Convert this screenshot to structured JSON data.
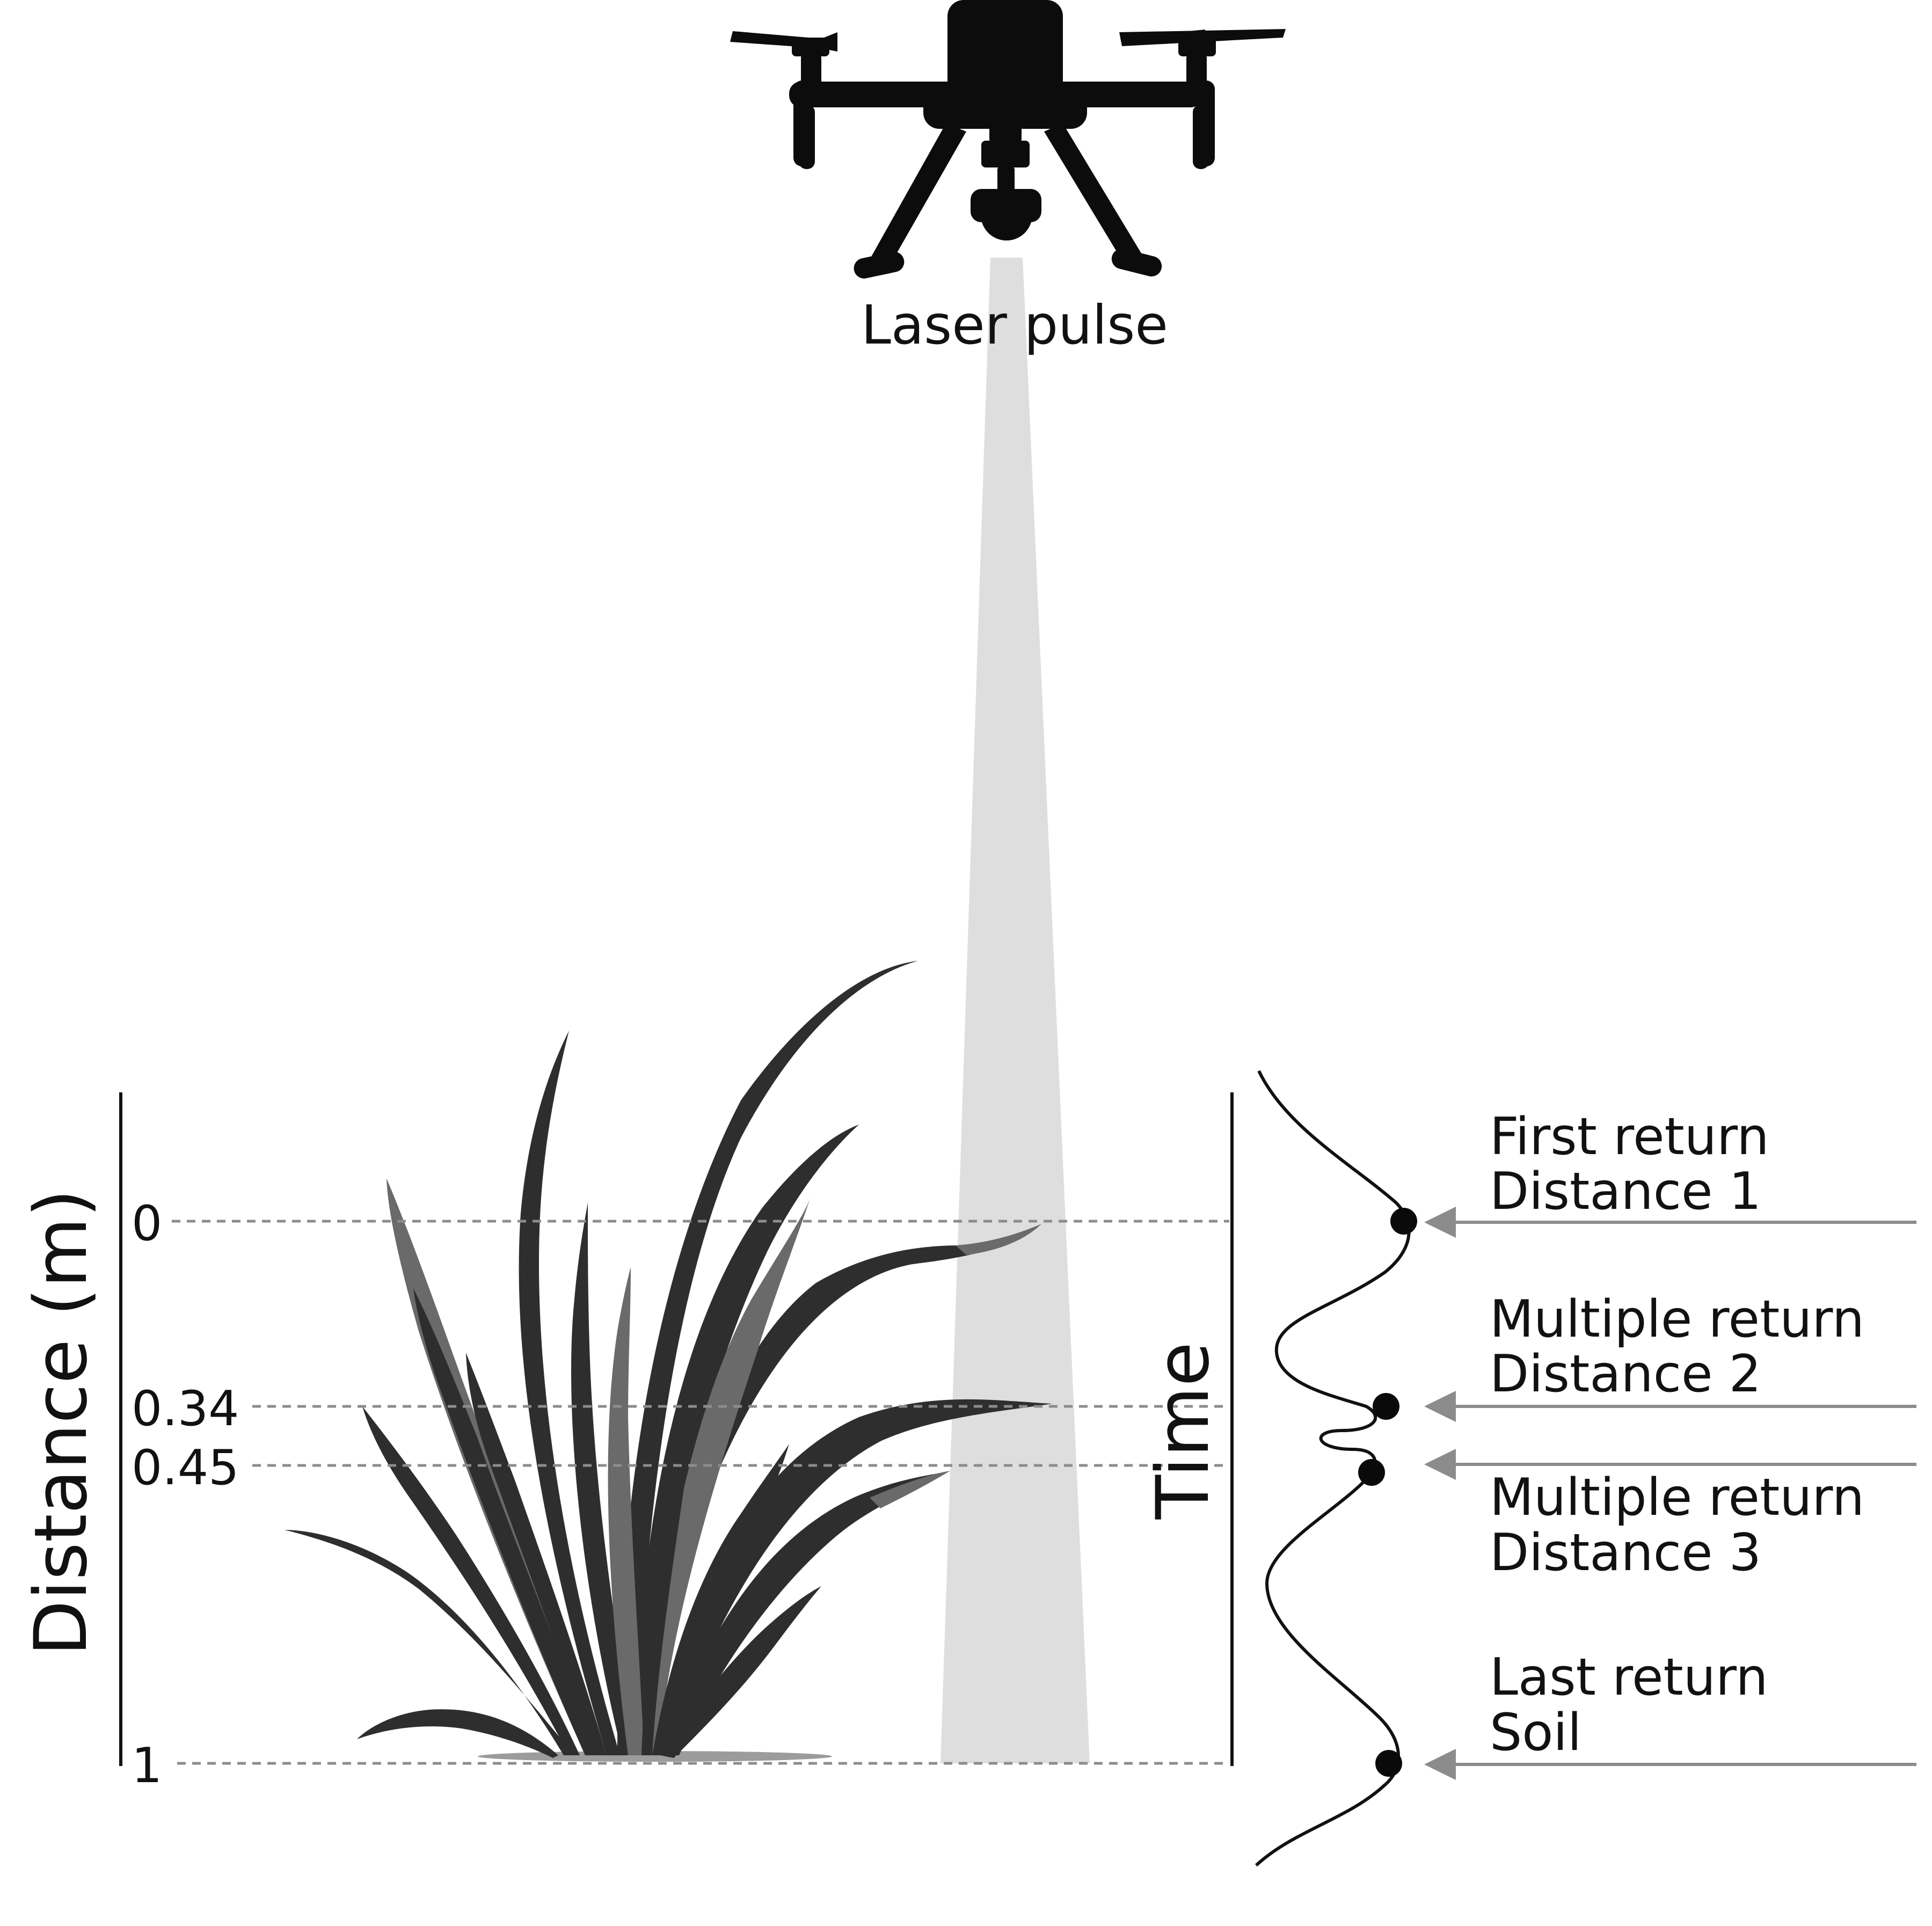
{
  "laser_label": "Laser pulse",
  "axis": {
    "distance_label": "Distance (m)",
    "time_label": "Time",
    "ticks": [
      {
        "value": 0,
        "label": "0"
      },
      {
        "value": 0.34,
        "label": "0.34"
      },
      {
        "value": 0.45,
        "label": "0.45"
      },
      {
        "value": 1,
        "label": "1"
      }
    ]
  },
  "returns": [
    {
      "line1": "First return",
      "line2": "Distance 1",
      "distance": 0
    },
    {
      "line1": "Multiple return",
      "line2": "Distance 2",
      "distance": 0.34
    },
    {
      "line1": "Multiple return",
      "line2": "Distance 3",
      "distance": 0.45
    },
    {
      "line1": "Last return",
      "line2": "Soil",
      "distance": 1
    }
  ],
  "colors": {
    "beam": "#dedede",
    "guide": "#8c8c8c",
    "ink": "#111111",
    "plant": "#2e2e2e"
  },
  "icons": {
    "drone": "drone-icon",
    "plant": "grass-plant-icon",
    "return_marker": "return-dot"
  }
}
